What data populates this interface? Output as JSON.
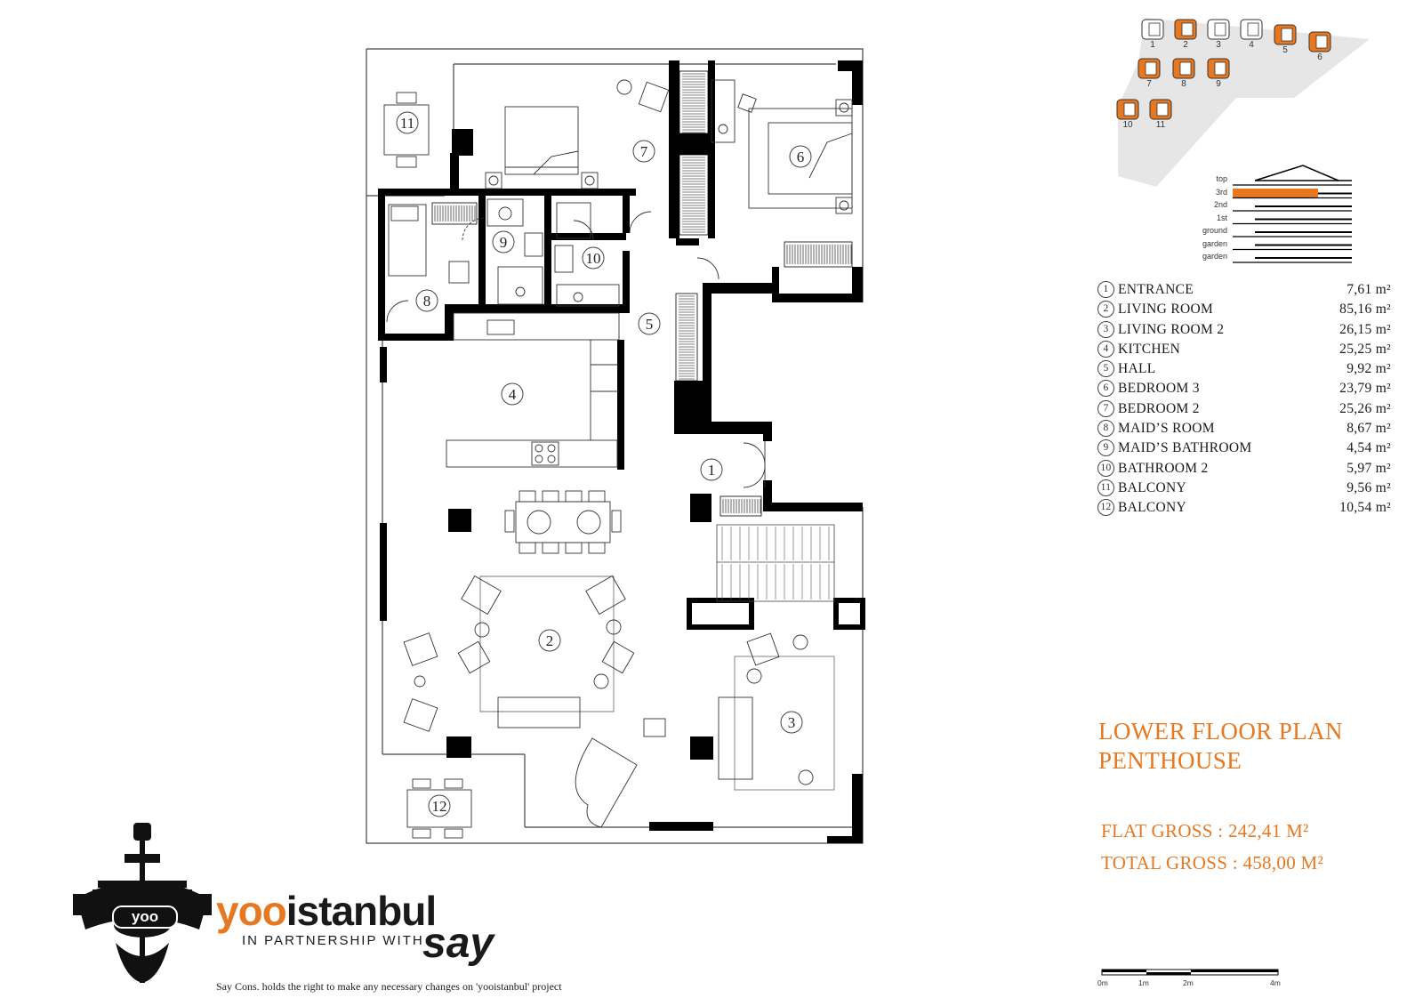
{
  "title": {
    "line1": "LOWER FLOOR PLAN",
    "line2": "PENTHOUSE"
  },
  "gross": {
    "flat": "FLAT GROSS : 242,41 M²",
    "total": "TOTAL GROSS : 458,00 M²"
  },
  "rooms": [
    {
      "num": "1",
      "name": "ENTRANCE",
      "area": "7,61 m²"
    },
    {
      "num": "2",
      "name": "LIVING ROOM",
      "area": "85,16 m²"
    },
    {
      "num": "3",
      "name": "LIVING ROOM 2",
      "area": "26,15 m²"
    },
    {
      "num": "4",
      "name": "KITCHEN",
      "area": "25,25 m²"
    },
    {
      "num": "5",
      "name": "HALL",
      "area": "9,92 m²"
    },
    {
      "num": "6",
      "name": "BEDROOM 3",
      "area": "23,79 m²"
    },
    {
      "num": "7",
      "name": "BEDROOM 2",
      "area": "25,26 m²"
    },
    {
      "num": "8",
      "name": "MAID’S ROOM",
      "area": "8,67 m²"
    },
    {
      "num": "9",
      "name": "MAID’S BATHROOM",
      "area": "4,54 m²"
    },
    {
      "num": "10",
      "name": "BATHROOM 2",
      "area": "5,97 m²"
    },
    {
      "num": "11",
      "name": "BALCONY",
      "area": "9,56 m²"
    },
    {
      "num": "12",
      "name": "BALCONY",
      "area": "10,54 m²"
    }
  ],
  "site_blocks": [
    "1",
    "2",
    "3",
    "4",
    "5",
    "6",
    "7",
    "8",
    "9",
    "10",
    "11"
  ],
  "highlighted_blocks": [
    "2",
    "5",
    "6",
    "7",
    "8",
    "9",
    "10",
    "11"
  ],
  "floors": [
    "top",
    "3rd",
    "2nd",
    "1st",
    "ground",
    "garden",
    "garden"
  ],
  "current_floor": "3rd",
  "scale_labels": [
    "0m",
    "1m",
    "2m",
    "4m"
  ],
  "brand": {
    "yoo": "yoo",
    "istanbul": "istanbul",
    "partnership": "IN PARTNERSHIP WITH",
    "say": "say",
    "chandelier_text": "yoo"
  },
  "disclaimer": "Say Cons. holds the right to make any necessary changes on 'yooistanbul' project",
  "colors": {
    "accent": "#e8781f",
    "wall": "#000000",
    "site": "#e6e6e6"
  }
}
